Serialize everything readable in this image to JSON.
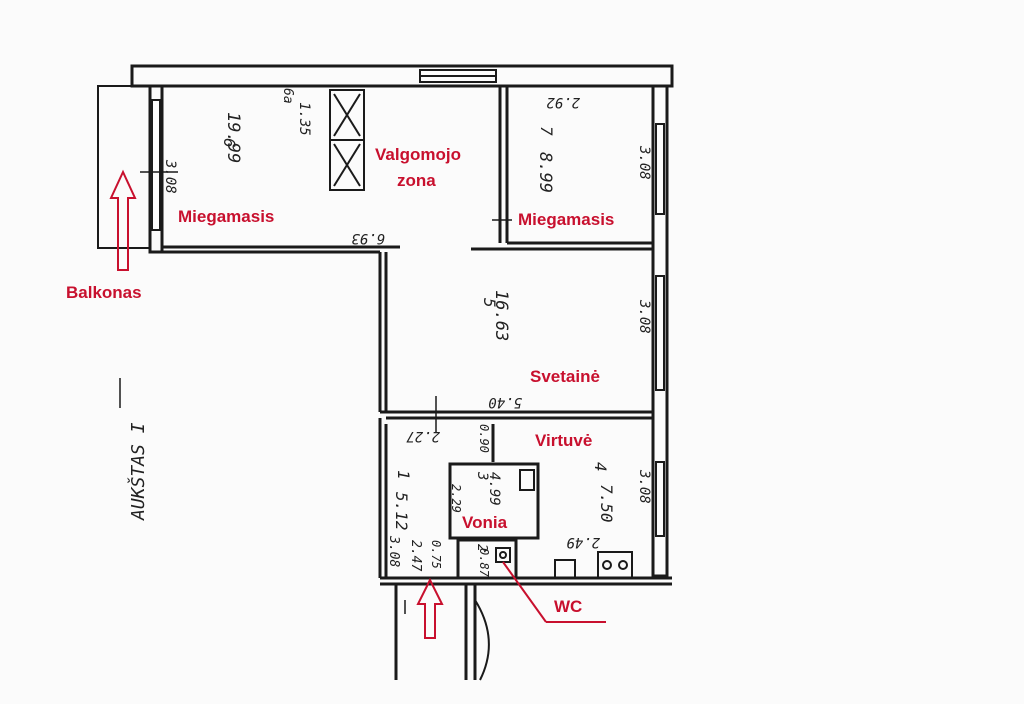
{
  "colors": {
    "label": "#c8102e",
    "ink": "#1a1a1a",
    "paper": "#fbfbfb"
  },
  "labels": {
    "miegamasis_left": "Miegamasis",
    "valgomojo_1": "Valgomojo",
    "valgomojo_2": "zona",
    "miegamasis_right": "Miegamasis",
    "balkonas": "Balkonas",
    "svetaine": "Svetainė",
    "virtuve": "Virtuvė",
    "vonia": "Vonia",
    "wc": "WC"
  },
  "handwritten": {
    "room6_num": "6",
    "room6_area": "19.99",
    "room6_width": "3.08",
    "room6_length": "6.93",
    "closet_num": "6a",
    "closet_area": "1.35",
    "room7_num": "7",
    "room7_area": "8.99",
    "room7_width": "3.08",
    "room7_length": "2.92",
    "room5_num": "5",
    "room5_area": "16.63",
    "room5_width": "3.08",
    "room5_length": "5.40",
    "room1_num": "1",
    "room1_area": "5.12",
    "room1_width": "3.08",
    "room1_length": "2.27",
    "room1_depth": "2.47",
    "door_075": "0.75",
    "door_090": "0.90",
    "room3_num": "3",
    "room3_area": "4.99",
    "room3_dim": "2.29",
    "room2_num": "2",
    "room2_area": "0.87",
    "room4_num": "4",
    "room4_area": "7.50",
    "room4_width": "3.08",
    "room4_length": "2.49",
    "floor": "AUKŠTAS I"
  }
}
